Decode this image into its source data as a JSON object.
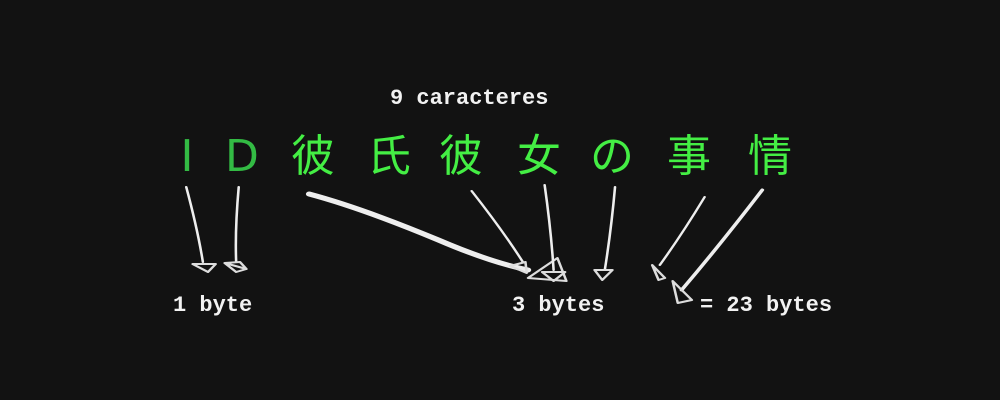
{
  "title": "9 caracteres",
  "characters": [
    {
      "char": "I",
      "color": "#33bb44"
    },
    {
      "char": "D",
      "color": "#33bb44"
    },
    {
      "char": "彼",
      "color": "#44ee44"
    },
    {
      "char": "氏",
      "color": "#44ee44"
    },
    {
      "char": "彼",
      "color": "#44ee44"
    },
    {
      "char": "女",
      "color": "#44ee44"
    },
    {
      "char": "の",
      "color": "#44ee44"
    },
    {
      "char": "事",
      "color": "#44ee44"
    },
    {
      "char": "情",
      "color": "#44ee44"
    }
  ],
  "labels": {
    "one_byte": "1 byte",
    "three_bytes": "3 bytes",
    "total": "= 23 bytes"
  }
}
